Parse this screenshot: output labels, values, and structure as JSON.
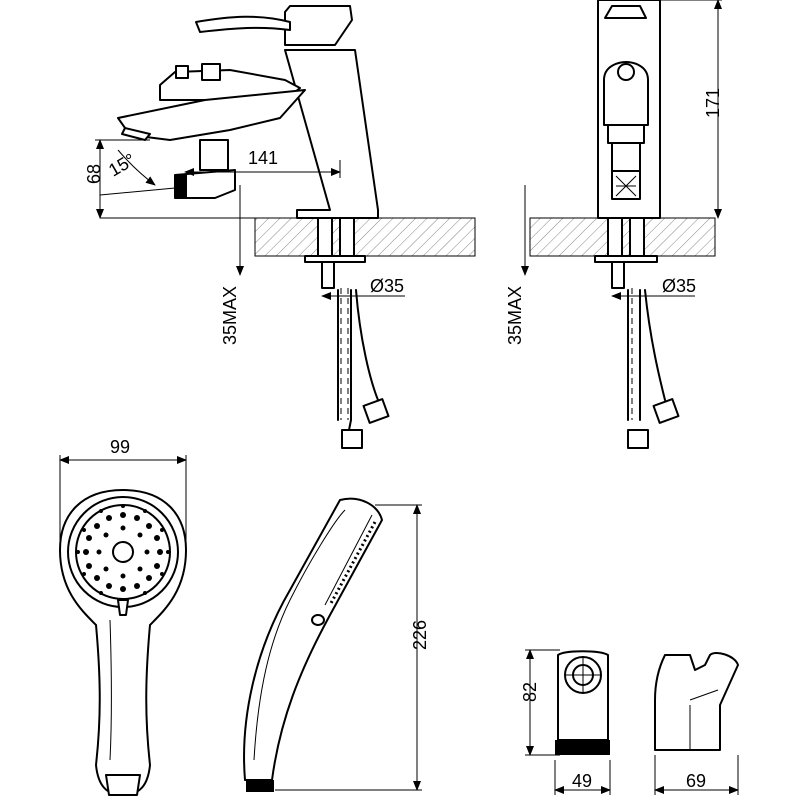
{
  "dimensions": {
    "spout_reach": "141",
    "angle": "15°",
    "spout_height": "68",
    "total_height": "171",
    "mount_max_left": "35MAX",
    "mount_max_right": "35MAX",
    "hole_diameter_left": "Ø35",
    "hole_diameter_right": "Ø35",
    "shower_head_width": "99",
    "shower_length": "226",
    "holder_height": "82",
    "holder_width_front": "49",
    "holder_width_side": "69"
  }
}
